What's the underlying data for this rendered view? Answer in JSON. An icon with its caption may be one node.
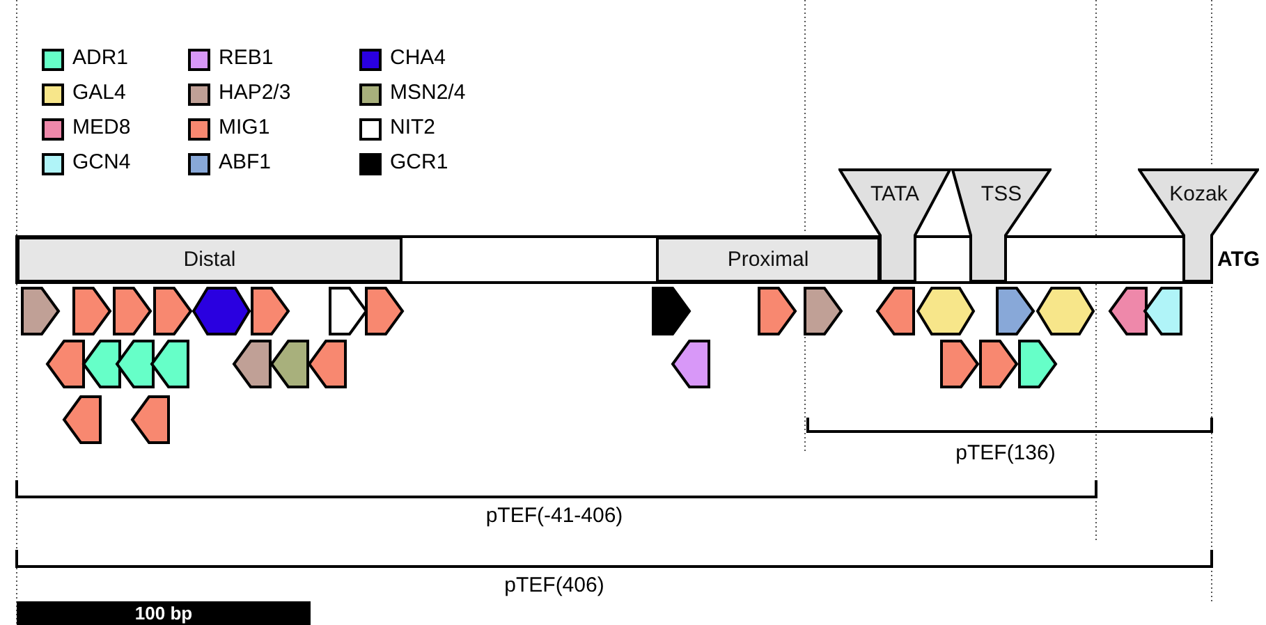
{
  "diagram": {
    "nodes": [
      {
        "text": [
          "Distal"
        ]
      },
      {
        "text": [
          "Proximal"
        ]
      },
      {
        "text": [
          "TATA"
        ]
      },
      {
        "text": [
          "TSS"
        ]
      },
      {
        "text": [
          "Kozak"
        ]
      }
    ],
    "labels": [
      "ATG",
      "pTEF(136)",
      "pTEF(-41-406)",
      "pTEF(406)",
      "100 bp"
    ],
    "legend": [
      {
        "text": "ADR1",
        "color": "#66ffc8"
      },
      {
        "text": "REB1",
        "color": "#d898f8"
      },
      {
        "text": "CHA4",
        "color": "#2a00e0"
      },
      {
        "text": "GAL4",
        "color": "#f7e68a"
      },
      {
        "text": "HAP2/3",
        "color": "#c0a096"
      },
      {
        "text": "MSN2/4",
        "color": "#a8b07c"
      },
      {
        "text": "MED8",
        "color": "#ee88aa"
      },
      {
        "text": "MIG1",
        "color": "#f88870"
      },
      {
        "text": "NIT2",
        "color": "#ffffff"
      },
      {
        "text": "GCN4",
        "color": "#b0f4f8"
      },
      {
        "text": "ABF1",
        "color": "#88a8d8"
      },
      {
        "text": "GCR1",
        "color": "#000000"
      }
    ]
  }
}
